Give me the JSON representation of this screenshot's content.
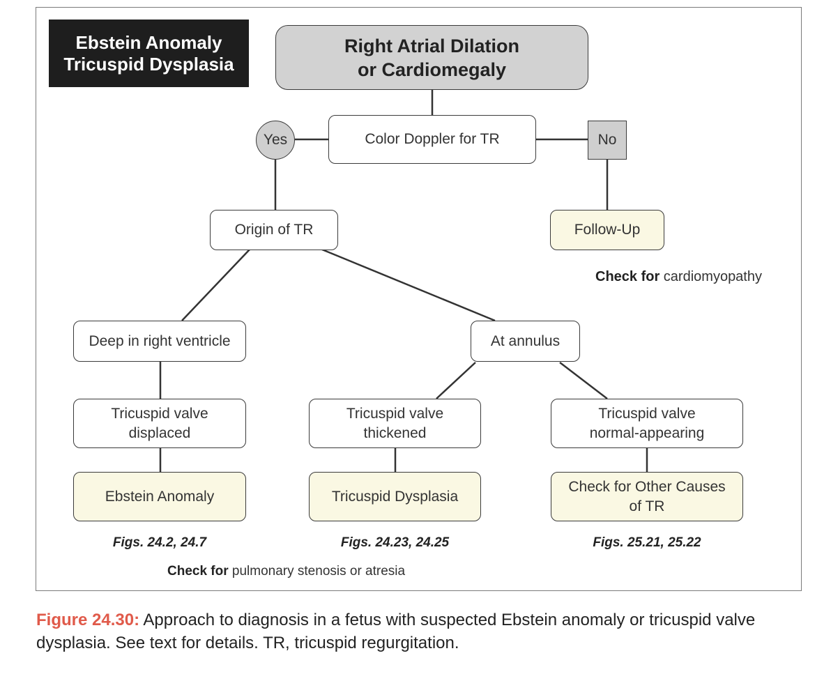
{
  "title_block": {
    "line1": "Ebstein Anomaly",
    "line2": "Tricuspid Dysplasia"
  },
  "nodes": {
    "top": {
      "line1": "Right Atrial Dilation",
      "line2": "or Cardiomegaly"
    },
    "doppler": "Color Doppler for TR",
    "yes": "Yes",
    "no": "No",
    "follow_up": "Follow-Up",
    "origin": "Origin of TR",
    "deep": "Deep in right ventricle",
    "annulus": "At annulus",
    "displaced": {
      "line1": "Tricuspid valve",
      "line2": "displaced"
    },
    "thickened": {
      "line1": "Tricuspid valve",
      "line2": "thickened"
    },
    "normal": {
      "line1": "Tricuspid valve",
      "line2": "normal-appearing"
    },
    "ebstein": "Ebstein Anomaly",
    "dysplasia": "Tricuspid Dysplasia",
    "other": {
      "line1": "Check for Other Causes",
      "line2": "of TR"
    }
  },
  "notes": {
    "cardiomyopathy": {
      "bold": "Check for",
      "rest": " cardiomyopathy"
    },
    "pulmonary": {
      "bold": "Check for",
      "rest": " pulmonary stenosis or atresia"
    }
  },
  "fig_refs": {
    "ebstein": "Figs. 24.2, 24.7",
    "dysplasia": "Figs. 24.23, 24.25",
    "other": "Figs. 25.21, 25.22"
  },
  "caption": {
    "label": "Figure 24.30:",
    "text": " Approach to diagnosis in a fetus with suspected Ebstein anomaly or tricuspid valve dysplasia. See text for details. TR, tricuspid regurgitation."
  },
  "colors": {
    "title_bg": "#1e1e1e",
    "top_box": "#d2d2d2",
    "yes_no_fill": "#cfcfcf",
    "result_fill": "#faf8e3",
    "caption_label": "#e05a4a"
  }
}
